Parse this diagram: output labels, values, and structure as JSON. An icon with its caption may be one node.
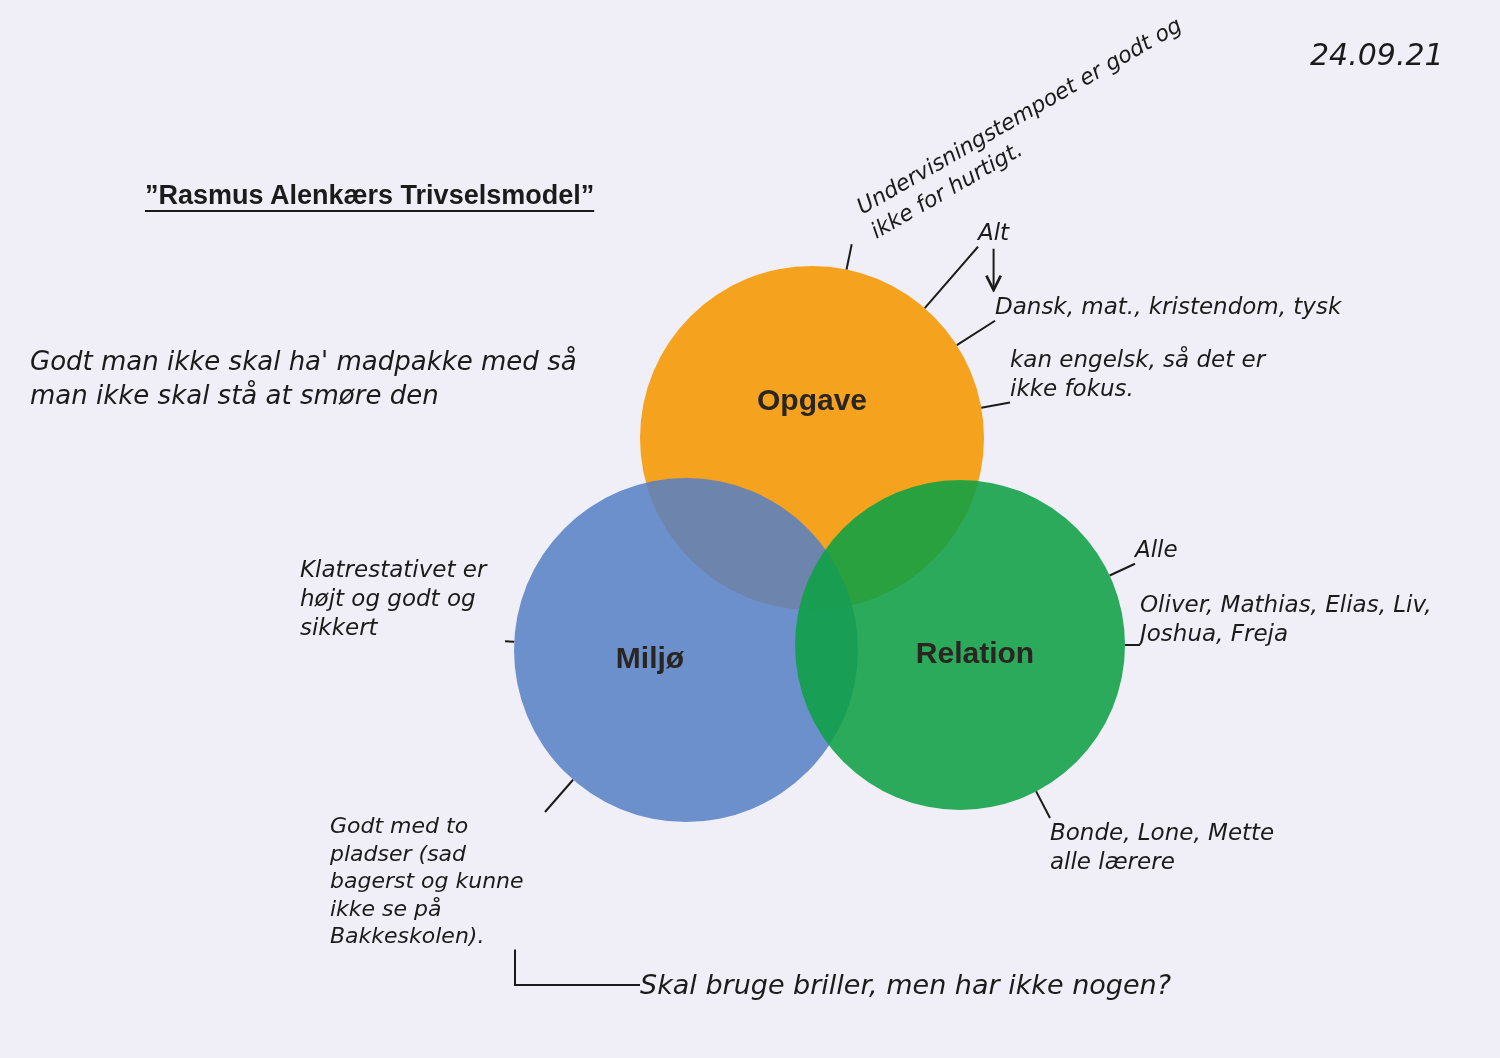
{
  "diagram": {
    "title": "”Rasmus Alenkærs Trivselsmodel”",
    "nodes": [
      {
        "text": [
          "Opgave"
        ]
      },
      {
        "text": [
          "Miljø"
        ]
      },
      {
        "text": [
          "Relation"
        ]
      },
      {
        "text": [
          "Undervisningstempoet er godt og ikke for hurtigt."
        ]
      },
      {
        "text": [
          "Alt"
        ]
      },
      {
        "text": [
          "Dansk, mat., kristendom, tysk"
        ]
      },
      {
        "text": [
          "kan engelsk, så det er ikke fokus."
        ]
      },
      {
        "text": [
          "Klatrestativet er højt og godt og sikkert"
        ]
      },
      {
        "text": [
          "Godt med to pladser (sad bagerst og kunne ikke se på Bakkeskolen)."
        ]
      },
      {
        "text": [
          "Skal bruge briller, men har ikke nogen?"
        ]
      },
      {
        "text": [
          "Alle"
        ]
      },
      {
        "text": [
          "Oliver, Mathias, Elias, Liv, Joshua, Freja"
        ]
      },
      {
        "text": [
          "Bonde, Lone, Mette alle lærere"
        ]
      }
    ],
    "edges": [
      {
        "from": 3,
        "to": 0,
        "arrow": "none"
      },
      {
        "from": 4,
        "to": 0,
        "arrow": "none"
      },
      {
        "from": 4,
        "to": 5,
        "arrow": "to"
      },
      {
        "from": 5,
        "to": 0,
        "arrow": "none"
      },
      {
        "from": 6,
        "to": 0,
        "arrow": "none"
      },
      {
        "from": 7,
        "to": 1,
        "arrow": "none"
      },
      {
        "from": 8,
        "to": 1,
        "arrow": "none"
      },
      {
        "from": 8,
        "to": 9,
        "arrow": "none"
      },
      {
        "from": 10,
        "to": 2,
        "arrow": "none"
      },
      {
        "from": 11,
        "to": 2,
        "arrow": "none"
      },
      {
        "from": 12,
        "to": 2,
        "arrow": "none"
      }
    ],
    "labels": [
      "24.09.21",
      "Godt man ikke skal ha' madpakke med så man ikke skal stå at smøre den"
    ]
  }
}
